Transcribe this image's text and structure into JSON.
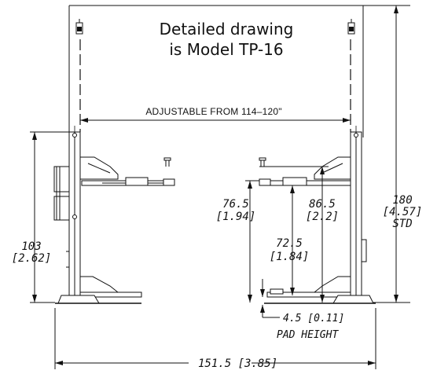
{
  "title": {
    "line1": "Detailed drawing",
    "line2": "is Model TP-16"
  },
  "labels": {
    "adjustable": "ADJUSTABLE FROM 114–120\"",
    "overall_height": "180",
    "overall_height_m": "[4.57]",
    "overall_height_note": "STD",
    "column_height": "103",
    "column_height_m": "[2.62]",
    "max_rise": "76.5",
    "max_rise_m": "[1.94]",
    "max_height": "86.5",
    "max_height_m": "[2.2]",
    "rise": "72.5",
    "rise_m": "[1.84]",
    "pad_height": "4.5 [0.11]",
    "pad_height_note": "PAD HEIGHT",
    "overall_width": "151.5 [3.85]"
  }
}
